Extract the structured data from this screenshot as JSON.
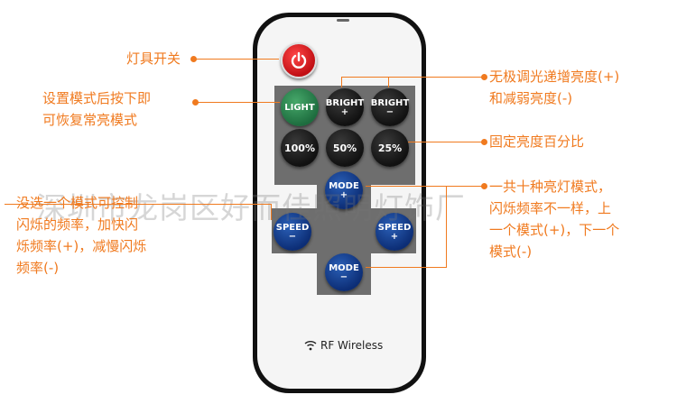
{
  "remote": {
    "power_button": "power",
    "light_button": "LIGHT",
    "bright_up": {
      "label": "BRIGHT",
      "symbol": "+"
    },
    "bright_down": {
      "label": "BRIGHT",
      "symbol": "−"
    },
    "pct_100": "100%",
    "pct_50": "50%",
    "pct_25": "25%",
    "mode_up": {
      "label": "MODE",
      "symbol": "+"
    },
    "mode_down": {
      "label": "MODE",
      "symbol": "−"
    },
    "speed_down": {
      "label": "SPEED",
      "symbol": "−"
    },
    "speed_up": {
      "label": "SPEED",
      "symbol": "+"
    },
    "brand": "RF Wireless"
  },
  "annotations": {
    "power": "灯具开关",
    "light": [
      "设置模式后按下即",
      "可恢复常亮模式"
    ],
    "bright": [
      "无极调光递增亮度(+)",
      "和减弱亮度(-)"
    ],
    "percent": "固定亮度百分比",
    "speed": [
      "没选一个模式可控制",
      "闪烁的频率，加快闪",
      "烁频率(+)，减慢闪烁",
      "频率(-)"
    ],
    "mode": [
      "一共十种亮灯模式，",
      "闪烁频率不一样，上",
      "一个模式(+)，下一个",
      "模式(-)"
    ]
  },
  "watermark": "深圳市龙岗区好而佳照明灯饰厂",
  "colors": {
    "annotation": "#f07a1f",
    "panel": "#6e6e6e",
    "blue_button": "#1a4796",
    "power_red": "#e8191e",
    "light_green": "#2f8a51"
  }
}
